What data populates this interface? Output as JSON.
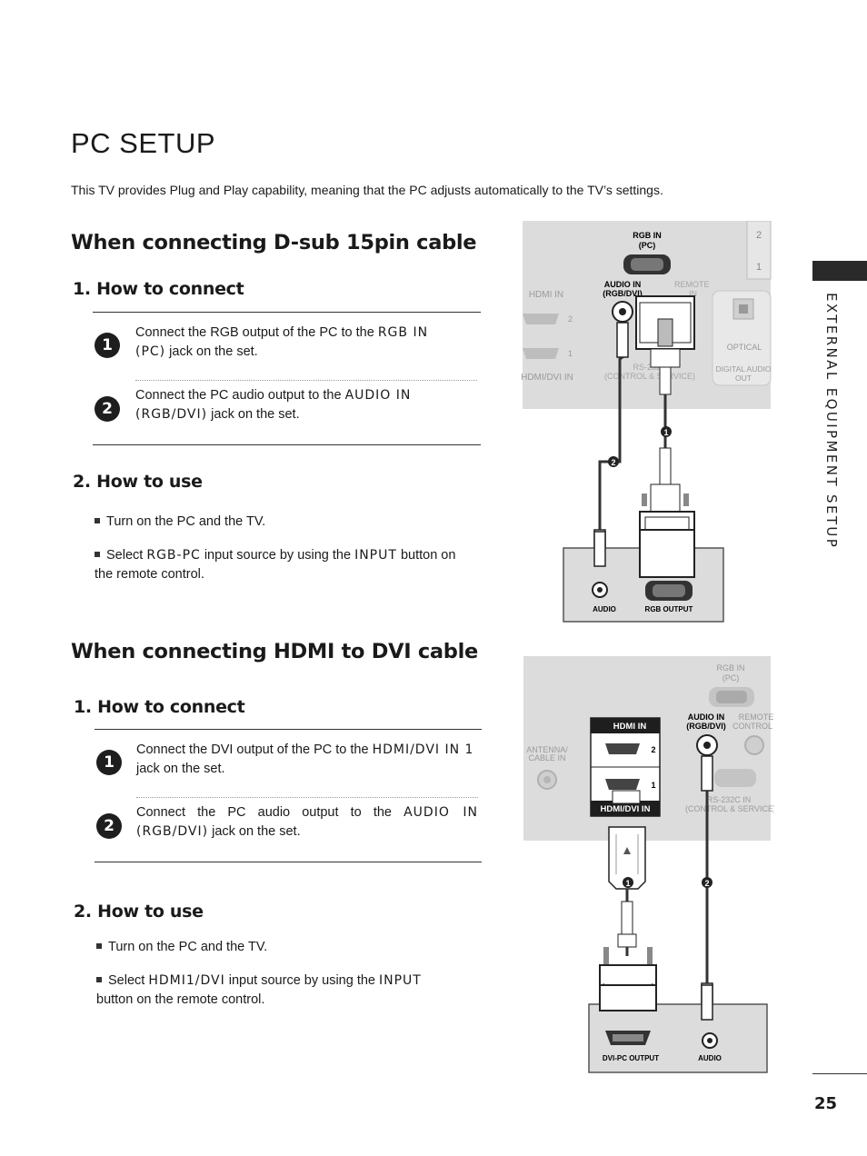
{
  "page": {
    "title": "PC SETUP",
    "intro": "This TV provides Plug and Play capability, meaning that the PC adjusts automatically to the TV’s settings.",
    "side_label": "EXTERNAL EQUIPMENT SETUP",
    "page_number": "25"
  },
  "dsub": {
    "heading": "When connecting D-sub 15pin cable",
    "connect_heading": "1. How to connect",
    "step1": {
      "num": "1",
      "pre": "Connect the RGB output of the PC to the ",
      "kw": "RGB IN (PC)",
      "post": " jack on the set."
    },
    "step2": {
      "num": "2",
      "pre": "Connect the PC audio output to the ",
      "kw": "AUDIO IN (RGB/DVI)",
      "post": " jack on the set."
    },
    "use_heading": "2. How to use",
    "bullet1": "Turn on the PC and the TV.",
    "bullet2": {
      "pre": "Select ",
      "kw1": "RGB-PC",
      "mid": " input source by using the ",
      "kw2": "INPUT",
      "post": " button on the remote control."
    },
    "diagram": {
      "rgb_in": "RGB IN",
      "rgb_in_sub": "(PC)",
      "audio_in": "AUDIO IN",
      "audio_in_sub": "(RGB/DVI)",
      "remote": "REMOTE",
      "remote_in": "IN",
      "hdmi_in": "HDMI IN",
      "hdmi_dvi_in": "HDMI/DVI IN",
      "rs232": "RS-232C",
      "rs232_sub": "(CONTROL & SERVICE)",
      "optical": "OPTICAL",
      "digital_audio": "DIGITAL AUDIO",
      "digital_audio_out": "OUT",
      "port_2": "2",
      "port_1": "1",
      "pc_audio": "AUDIO",
      "pc_rgb_output": "RGB OUTPUT",
      "marker1": "1",
      "marker2": "2"
    }
  },
  "hdmi": {
    "heading": "When connecting HDMI to DVI cable",
    "connect_heading": "1. How to connect",
    "step1": {
      "num": "1",
      "pre": "Connect the DVI output of the PC to the ",
      "kw": "HDMI/DVI IN 1",
      "post": " jack on the set."
    },
    "step2": {
      "num": "2",
      "pre": "Connect the PC audio output to the ",
      "kw": "AUDIO IN (RGB/DVI)",
      "post": " jack on the set."
    },
    "use_heading": "2. How to use",
    "bullet1": "Turn on the PC and the TV.",
    "bullet2": {
      "pre": "Select ",
      "kw1": "HDMI1/DVI",
      "mid": " input source by using the ",
      "kw2": "INPUT",
      "post": " button on the remote control."
    },
    "diagram": {
      "rgb_in": "RGB IN",
      "rgb_in_sub": "(PC)",
      "audio_in": "AUDIO IN",
      "audio_in_sub": "(RGB/DVI)",
      "remote": "REMOTE",
      "remote_sub": "CONTROL",
      "antenna": "ANTENNA/",
      "cable_in": "CABLE IN",
      "hdmi_in": "HDMI IN",
      "hdmi_dvi_in": "HDMI/DVI IN",
      "rs232": "RS-232C IN",
      "rs232_sub": "(CONTROL & SERVICE)",
      "port_2": "2",
      "port_1": "1",
      "pc_dvi_output": "DVI-PC OUTPUT",
      "pc_audio": "AUDIO",
      "marker1": "1",
      "marker2": "2"
    }
  }
}
